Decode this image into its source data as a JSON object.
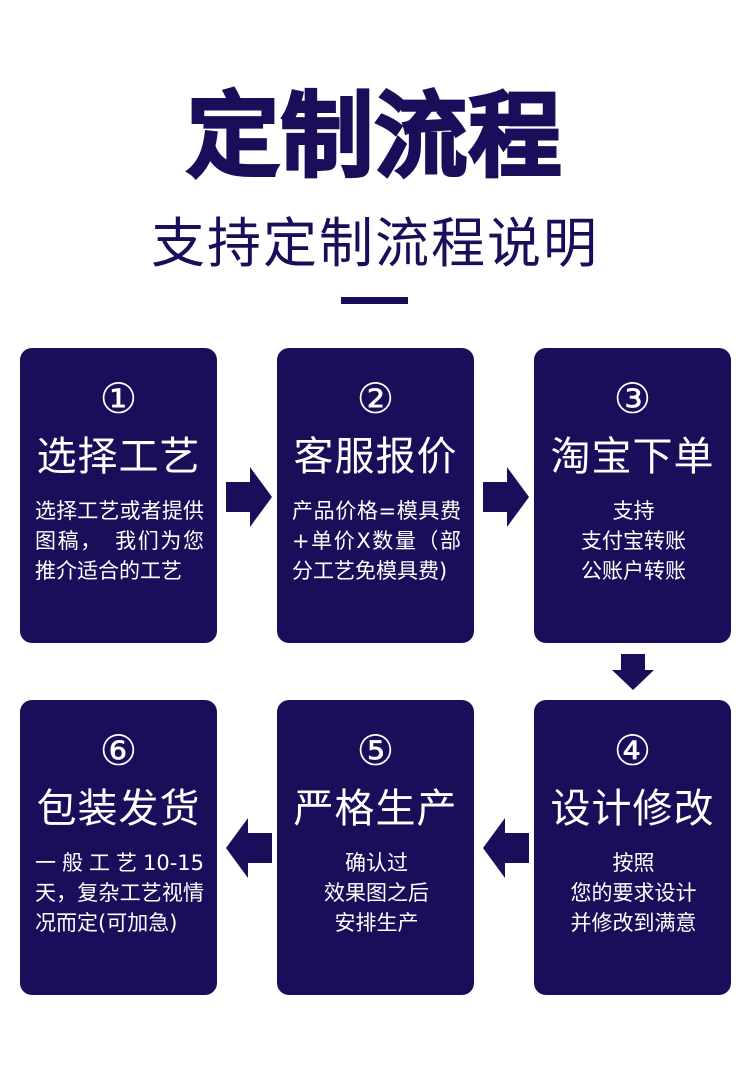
{
  "header": {
    "title": "定制流程",
    "subtitle": "支持定制流程说明"
  },
  "steps": [
    {
      "num": "①",
      "title": "选择工艺",
      "body": "选择工艺或者提供图稿，　我们为您推介适合的工艺"
    },
    {
      "num": "②",
      "title": "客服报价",
      "body": "产品价格=模具费+单价X数量（部分工艺免模具费)"
    },
    {
      "num": "③",
      "title": "淘宝下单",
      "body_lines": [
        "支持",
        "支付宝转账",
        "公账户转账"
      ]
    },
    {
      "num": "④",
      "title": "设计修改",
      "body_lines": [
        "按照",
        "您的要求设计",
        "并修改到满意"
      ]
    },
    {
      "num": "⑤",
      "title": "严格生产",
      "body_lines": [
        "确认过",
        "效果图之后",
        "安排生产"
      ]
    },
    {
      "num": "⑥",
      "title": "包装发货",
      "body": "一般工艺10-15天，复杂工艺视情况而定(可加急)"
    }
  ],
  "colors": {
    "primary": "#1c0d5a",
    "background": "#ffffff"
  }
}
